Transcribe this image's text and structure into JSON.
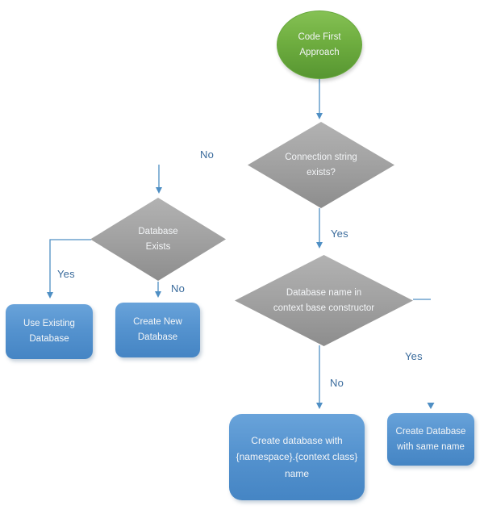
{
  "diagram": {
    "nodes": {
      "start": {
        "label": "Code First Approach",
        "shape": "ellipse"
      },
      "connection_string_exists": {
        "label": "Connection string exists?",
        "shape": "decision-diamond"
      },
      "database_exists": {
        "label": "Database Exists",
        "shape": "decision-diamond"
      },
      "database_name_in_constructor": {
        "label": "Database name in context base constructor",
        "shape": "decision-diamond"
      },
      "use_existing_database": {
        "label": "Use Existing Database",
        "shape": "process-rect"
      },
      "create_new_database": {
        "label": "Create New Database",
        "shape": "process-rect"
      },
      "create_database_namespace": {
        "label": "Create database with {namespace}.{context class} name",
        "shape": "process-rect"
      },
      "create_database_same_name": {
        "label": "Create Database with same name",
        "shape": "process-rect"
      }
    },
    "edge_labels": {
      "no_connection_string": "No",
      "yes_connection_string": "Yes",
      "yes_database_exists": "Yes",
      "no_database_exists": "No",
      "no_database_name": "No",
      "yes_database_name": "Yes"
    }
  },
  "colors": {
    "node_green": "#6fae40",
    "node_gray": "#a3a3a3",
    "node_blue": "#5593cf",
    "connector": "#4f8fc4",
    "label_text": "#3a6b9c",
    "shape_text": "#f3f5f7"
  }
}
